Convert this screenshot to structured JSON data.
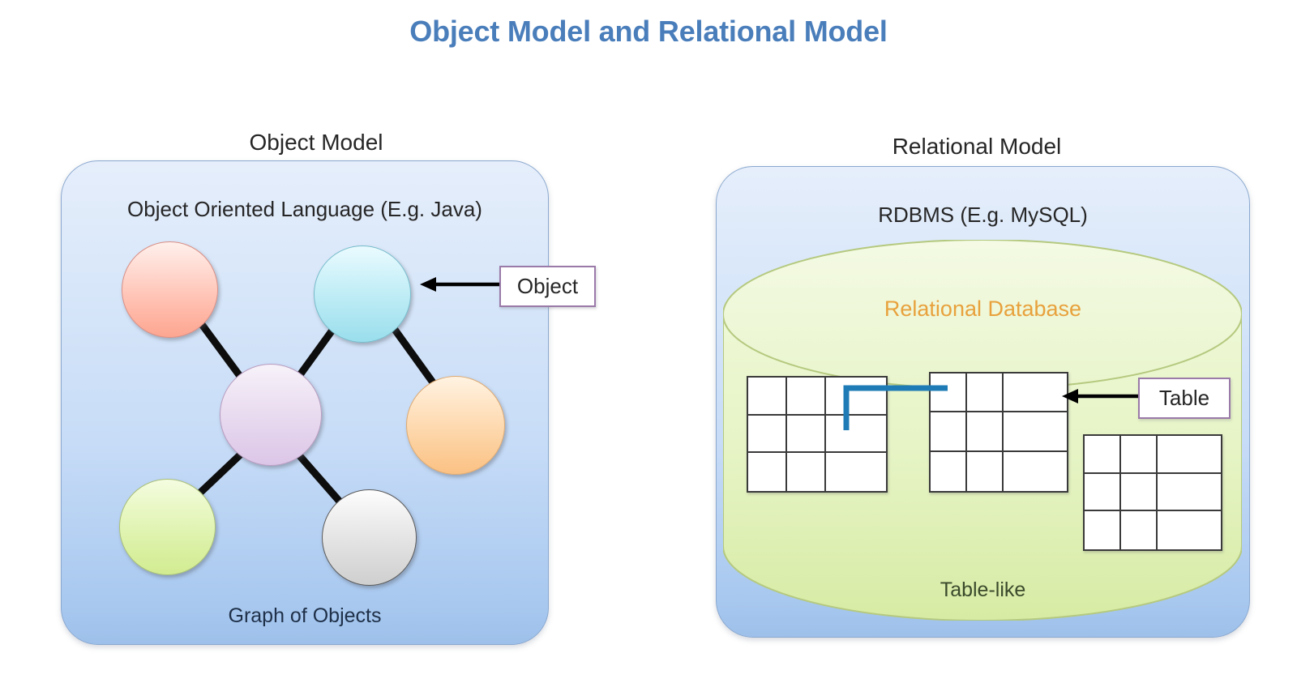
{
  "title": "Object Model and Relational Model",
  "colors": {
    "title": "#4a7ebb",
    "container_blue_light": "#e6eefb",
    "container_blue_dark": "#9dc0ea",
    "container_border": "#8aa8cf",
    "cylinder_green": "#e4f3c2",
    "cylinder_border": "#b5c97f",
    "relational_database_text": "#e8a13c",
    "callout_border": "#9a7aa8",
    "connector_blue": "#1f7bb6",
    "grid_line": "#3a3a3a"
  },
  "object_model": {
    "heading": "Object Model",
    "top_label": "Object Oriented Language (E.g. Java)",
    "bottom_label": "Graph of Objects",
    "callout": {
      "label": "Object",
      "icon": "left-arrow-icon"
    },
    "nodes": [
      {
        "id": "red",
        "label": "",
        "color": "#ffb9a8"
      },
      {
        "id": "cyan",
        "label": "",
        "color": "#b0e7f2"
      },
      {
        "id": "orange",
        "label": "",
        "color": "#fccf9c"
      },
      {
        "id": "purple",
        "label": "",
        "color": "#e3d2ec"
      },
      {
        "id": "green",
        "label": "",
        "color": "#daf0a3"
      },
      {
        "id": "gray",
        "label": "",
        "color": "#dcdcdc"
      }
    ],
    "edges": [
      {
        "from": "red",
        "to": "purple"
      },
      {
        "from": "cyan",
        "to": "purple"
      },
      {
        "from": "cyan",
        "to": "orange"
      },
      {
        "from": "purple",
        "to": "green"
      },
      {
        "from": "purple",
        "to": "gray"
      }
    ]
  },
  "relational_model": {
    "heading": "Relational Model",
    "top_label": "RDBMS (E.g. MySQL)",
    "cylinder_label": "Relational Database",
    "bottom_label": "Table-like",
    "callout": {
      "label": "Table",
      "icon": "left-arrow-icon"
    },
    "grids": [
      {
        "id": "left",
        "rows": 3,
        "cols": 3
      },
      {
        "id": "middle",
        "rows": 3,
        "cols": 3
      },
      {
        "id": "right",
        "rows": 3,
        "cols": 3
      }
    ],
    "connector": {
      "from": "grid-left",
      "to": "grid-middle",
      "color": "#1f7bb6"
    }
  }
}
